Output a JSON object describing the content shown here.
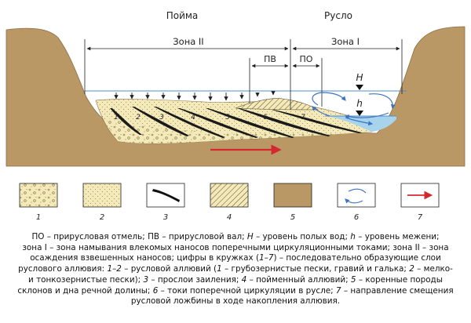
{
  "headers": {
    "floodplain": "Пойма",
    "channel": "Русло"
  },
  "zones": {
    "zone2": "Зона II",
    "zone1": "Зона I",
    "pv": "ПВ",
    "po": "ПО"
  },
  "water_levels": {
    "flood": "H",
    "low": "h"
  },
  "layer_numbers": [
    "1",
    "2",
    "3",
    "4",
    "5",
    "6",
    "7"
  ],
  "legend": [
    {
      "number": "1",
      "meaning": "грубозернистые пески, гравий и галька"
    },
    {
      "number": "2",
      "meaning": "мелко- и тонкозернистые пески"
    },
    {
      "number": "3",
      "meaning": "прослои заиления"
    },
    {
      "number": "4",
      "meaning": "пойменный аллювий"
    },
    {
      "number": "5",
      "meaning": "коренные породы склонов и дна речной долины"
    },
    {
      "number": "6",
      "meaning": "токи поперечной циркуляции в русле"
    },
    {
      "number": "7",
      "meaning": "направление смещения русловой ложбины в ходе накопления аллювия"
    }
  ],
  "colors": {
    "bedrock": "#b99865",
    "bedrock_stroke": "#8a6e46",
    "sand": "#f4e9b8",
    "water": "#a8d3ec",
    "water_line": "#4f8fc6",
    "circulation": "#3f74c0",
    "arrow": "#d4282e"
  },
  "caption": {
    "line1": "ПО – прирусловая отмель; ПВ – прирусловой вал; ",
    "H_sym": "H",
    "line1b": " – уровень полых вод; ",
    "h_sym": "h",
    "line1c": " – уровень межени;",
    "line2": "зона I – зона намывания влекомых наносов поперечными циркуляционными токами; зона II – зона",
    "line3": "осаждения взвешенных наносов; цифры в кружках (",
    "range": "1–7",
    "line3b": ") – последовательно образующие слои",
    "line4": "руслового аллювия: ",
    "n12": "1–2",
    "line4b": " – русловой аллювий (",
    "n1": "1",
    "line4c": " – грубозернистые пески, гравий и галька; ",
    "n2": "2",
    "line4d": " – мелко-",
    "line5": "и тонкозернистые пески); ",
    "n3": "3",
    "line5b": " – прослои заиления; ",
    "n4": "4",
    "line5c": " – пойменный аллювий; ",
    "n5": "5",
    "line5d": " – коренные породы",
    "line6": "склонов и дна речной долины; ",
    "n6": "6",
    "line6b": " – токи поперечной циркуляции в русле; ",
    "n7": "7",
    "line6c": " – направление смещения",
    "line7": "русловой ложбины в ходе накопления аллювия."
  }
}
